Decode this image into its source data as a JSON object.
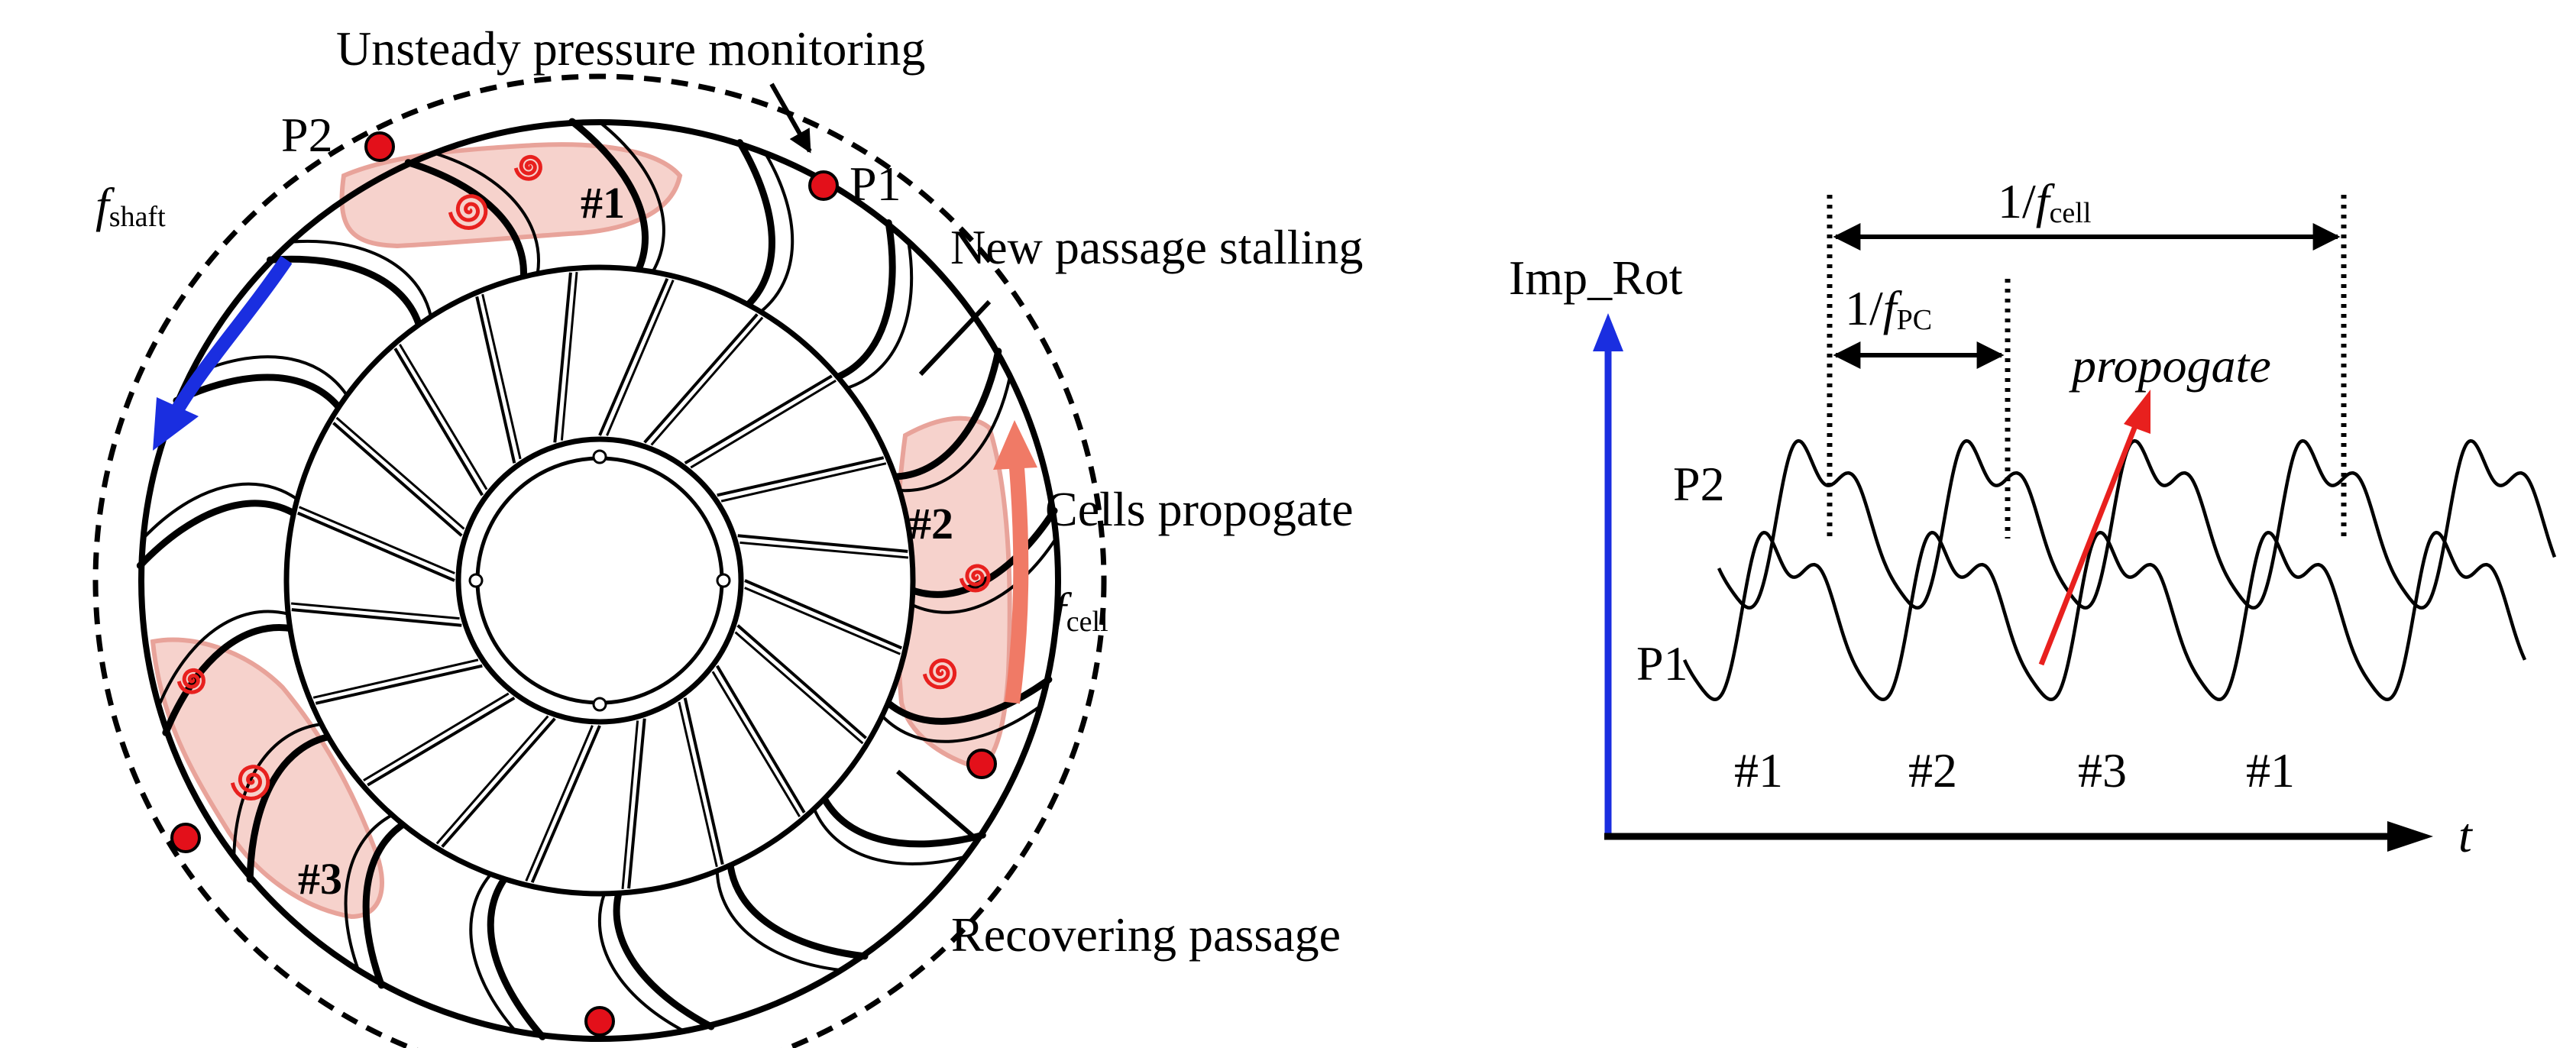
{
  "colors": {
    "cell_fill": "#f6d2cc",
    "cell_stroke": "#e8a39a",
    "vortex": "#e8201e",
    "sensor": "#e3101a",
    "shaft_arrow": "#1a2ee0",
    "cell_arrow": "#f07a66",
    "axis_y": "#1a2ee0",
    "propagate_arrow": "#e8201e"
  },
  "icons": {
    "sensor": "red-dot-sensor-icon",
    "vortex": "spiral-vortex-icon",
    "shaft_rotation": "blue-curved-arrow-icon",
    "cell_rotation": "orange-curved-arrow-icon"
  },
  "rotor": {
    "title": "Unsteady pressure monitoring",
    "sensor_labels": {
      "p1": "P1",
      "p2": "P2"
    },
    "shaft_label": {
      "main": "f",
      "sub": "shaft"
    },
    "cell_freq_label": {
      "main": "f",
      "sub": "cell"
    },
    "labels": {
      "new_stall": "New passage stalling",
      "propagate": "Cells propogate",
      "recovering": "Recovering passage"
    },
    "cells": {
      "c1": "#1",
      "c2": "#2",
      "c3": "#3"
    },
    "blade_count": 17
  },
  "signal": {
    "ylabel": "Imp_Rot",
    "xlabel": "t",
    "trace_labels": {
      "p2": "P2",
      "p1": "P1"
    },
    "period_cell": {
      "prefix": "1/",
      "main": "f",
      "sub": "cell"
    },
    "period_pc": {
      "prefix": "1/",
      "main": "f",
      "sub": "PC"
    },
    "propagate_label": "propogate",
    "passage_labels": [
      "#1",
      "#2",
      "#3",
      "#1"
    ]
  }
}
